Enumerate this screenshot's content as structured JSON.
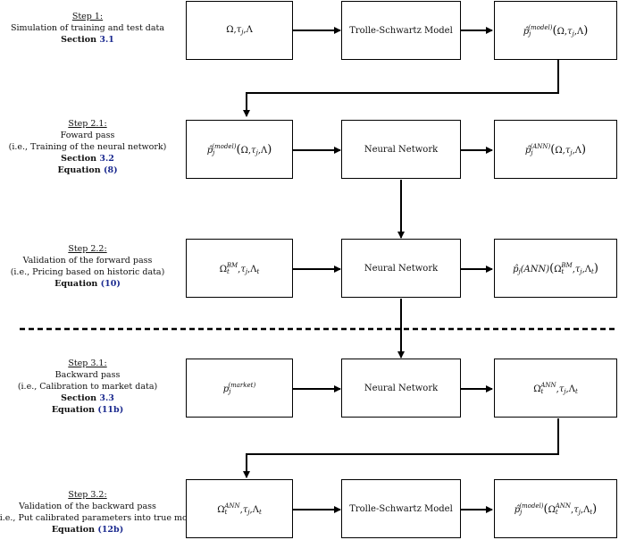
{
  "steps": [
    {
      "title": "Step 1:",
      "lines": [
        "Simulation of training and test data"
      ],
      "bold_prefix": "Section",
      "ref": "3.1"
    },
    {
      "title": "Step 2.1:",
      "lines": [
        "Foward pass",
        "(i.e., Training of the neural network)"
      ],
      "bold_prefix": "Section",
      "ref": "3.2",
      "bold_prefix2": "Equation",
      "ref2_open": "(",
      "ref2": "8",
      "ref2_close": ")"
    },
    {
      "title": "Step 2.2:",
      "lines": [
        "Validation of the forward pass",
        "(i.e., Pricing based on historic data)"
      ],
      "bold_prefix2": "Equation",
      "ref2_open": "(",
      "ref2": "10",
      "ref2_close": ")"
    },
    {
      "title": "Step 3.1:",
      "lines": [
        "Backward pass",
        "(i.e., Calibration to market data)"
      ],
      "bold_prefix": "Section",
      "ref": "3.3",
      "bold_prefix2": "Equation",
      "ref2_open": "(",
      "ref2": "11b",
      "ref2_close": ")"
    },
    {
      "title": "Step 3.2:",
      "lines": [
        "Validation of the backward pass",
        "(i.e., Put calibrated parameters into true model)"
      ],
      "bold_prefix2": "Equation",
      "ref2_open": "(",
      "ref2": "12b",
      "ref2_close": ")"
    }
  ],
  "boxes": {
    "r1c1": "Ω, τj, Λ",
    "r1c2": "Trolle-Schwartz Model",
    "r1c3": "p̂j(model)(Ω, τj, Λ)",
    "r2c1": "p̂j(model)(Ω, τj, Λ)",
    "r2c2": "Neural Network",
    "r2c3": "p̂j(ANN)(Ω, τj, Λ)",
    "r3c1": "ΩtBM, τj, Λt",
    "r3c2": "Neural Network",
    "r3c3": "p̂j(ANN)(ΩtBM, τj, Λt)",
    "r4c1": "pj(market)",
    "r4c2": "Neural Network",
    "r4c3": "ΩtANN, τj, Λt",
    "r5c1": "ΩtANN, τj, Λt",
    "r5c2": "Trolle-Schwartz Model",
    "r5c3": "p̂j(model)(ΩtANN, τj, Λt)"
  },
  "symbols": {
    "Omega": "Ω",
    "tau": "τ",
    "Lambda": "Λ",
    "comma": ",",
    "lp": "(",
    "rp": ")",
    "phat": "p̂",
    "p": "p",
    "j": "j",
    "t": "t",
    "model": "(model)",
    "ann": "(ANN)",
    "market": "(market)",
    "BM": "BM",
    "ANN": "ANN",
    "ANN_plain": "(ANN)"
  }
}
